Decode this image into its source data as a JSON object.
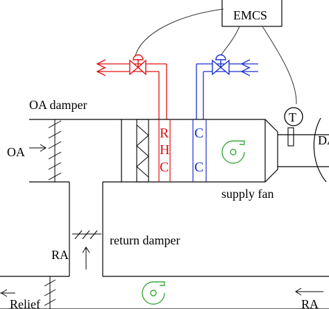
{
  "labels": {
    "emcs": "EMCS",
    "oa_damper": "OA damper",
    "oa": "OA",
    "ra": "RA",
    "return_damper": "return damper",
    "supply_fan": "supply fan",
    "relief": "Relief",
    "thermostat": "T",
    "da": "DA",
    "reheat_coil": [
      "R",
      "H",
      "C"
    ],
    "cooling_coil": [
      "C",
      "C"
    ]
  },
  "colors": {
    "hot_water": "#e01010",
    "chilled_water": "#1a2fd0",
    "fan": "#3aa83a",
    "line": "#000000"
  },
  "icons": {
    "hot_valve": "valve-icon",
    "cold_valve": "valve-icon",
    "supply_fan": "centrifugal-fan-icon",
    "return_fan": "centrifugal-fan-icon",
    "filter": "filter-icon",
    "sensor": "temperature-sensor-icon"
  }
}
